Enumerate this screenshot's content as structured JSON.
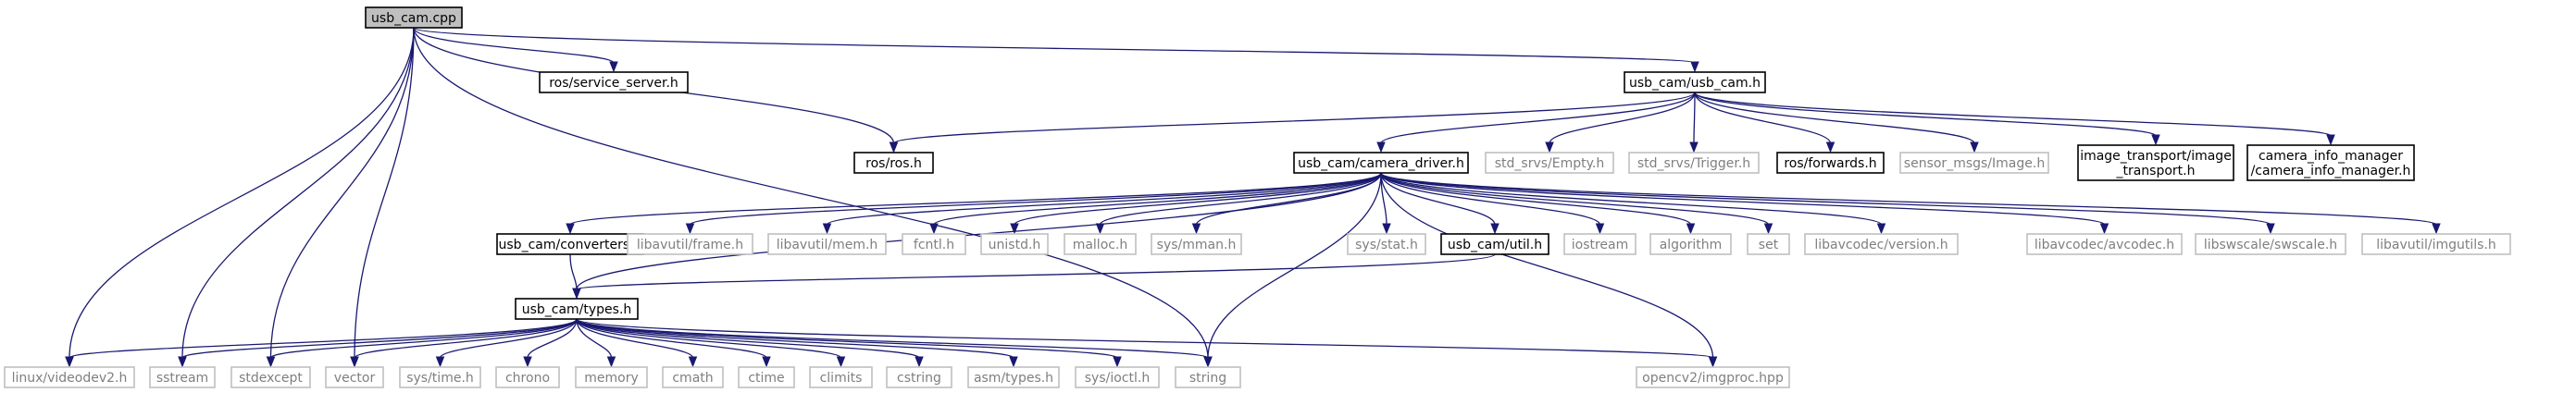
{
  "diagram": {
    "colors": {
      "edge": "#191970",
      "root_fill": "#bfbfbf",
      "local_border": "#000000",
      "external_border": "#bfbfbf",
      "external_text": "#7f7f7f"
    },
    "nodes": [
      {
        "id": "usb_cam_cpp",
        "label": [
          "usb_cam.cpp"
        ],
        "kind": "root"
      },
      {
        "id": "service_server",
        "label": [
          "ros/service_server.h"
        ],
        "kind": "local"
      },
      {
        "id": "usb_cam_h",
        "label": [
          "usb_cam/usb_cam.h"
        ],
        "kind": "local"
      },
      {
        "id": "ros_h",
        "label": [
          "ros/ros.h"
        ],
        "kind": "local"
      },
      {
        "id": "camera_driver",
        "label": [
          "usb_cam/camera_driver.h"
        ],
        "kind": "local"
      },
      {
        "id": "std_empty",
        "label": [
          "std_srvs/Empty.h"
        ],
        "kind": "external"
      },
      {
        "id": "std_trigger",
        "label": [
          "std_srvs/Trigger.h"
        ],
        "kind": "external"
      },
      {
        "id": "ros_forwards",
        "label": [
          "ros/forwards.h"
        ],
        "kind": "local"
      },
      {
        "id": "sensor_image",
        "label": [
          "sensor_msgs/Image.h"
        ],
        "kind": "external"
      },
      {
        "id": "image_transport",
        "label": [
          "image_transport/image",
          "_transport.h"
        ],
        "kind": "local"
      },
      {
        "id": "camera_info",
        "label": [
          "camera_info_manager",
          "/camera_info_manager.h"
        ],
        "kind": "local"
      },
      {
        "id": "converters",
        "label": [
          "usb_cam/converters.h"
        ],
        "kind": "local"
      },
      {
        "id": "frame",
        "label": [
          "libavutil/frame.h"
        ],
        "kind": "external"
      },
      {
        "id": "mem",
        "label": [
          "libavutil/mem.h"
        ],
        "kind": "external"
      },
      {
        "id": "fcntl",
        "label": [
          "fcntl.h"
        ],
        "kind": "external"
      },
      {
        "id": "unistd",
        "label": [
          "unistd.h"
        ],
        "kind": "external"
      },
      {
        "id": "malloc",
        "label": [
          "malloc.h"
        ],
        "kind": "external"
      },
      {
        "id": "mman",
        "label": [
          "sys/mman.h"
        ],
        "kind": "external"
      },
      {
        "id": "stat",
        "label": [
          "sys/stat.h"
        ],
        "kind": "external"
      },
      {
        "id": "util",
        "label": [
          "usb_cam/util.h"
        ],
        "kind": "local"
      },
      {
        "id": "iostream",
        "label": [
          "iostream"
        ],
        "kind": "external"
      },
      {
        "id": "algorithm",
        "label": [
          "algorithm"
        ],
        "kind": "external"
      },
      {
        "id": "set",
        "label": [
          "set"
        ],
        "kind": "external"
      },
      {
        "id": "version",
        "label": [
          "libavcodec/version.h"
        ],
        "kind": "external"
      },
      {
        "id": "avcodec",
        "label": [
          "libavcodec/avcodec.h"
        ],
        "kind": "external"
      },
      {
        "id": "swscale",
        "label": [
          "libswscale/swscale.h"
        ],
        "kind": "external"
      },
      {
        "id": "imgutils",
        "label": [
          "libavutil/imgutils.h"
        ],
        "kind": "external"
      },
      {
        "id": "types",
        "label": [
          "usb_cam/types.h"
        ],
        "kind": "local"
      },
      {
        "id": "videodev2",
        "label": [
          "linux/videodev2.h"
        ],
        "kind": "external"
      },
      {
        "id": "sstream",
        "label": [
          "sstream"
        ],
        "kind": "external"
      },
      {
        "id": "stdexcept",
        "label": [
          "stdexcept"
        ],
        "kind": "external"
      },
      {
        "id": "vector",
        "label": [
          "vector"
        ],
        "kind": "external"
      },
      {
        "id": "time",
        "label": [
          "sys/time.h"
        ],
        "kind": "external"
      },
      {
        "id": "chrono",
        "label": [
          "chrono"
        ],
        "kind": "external"
      },
      {
        "id": "memory",
        "label": [
          "memory"
        ],
        "kind": "external"
      },
      {
        "id": "cmath",
        "label": [
          "cmath"
        ],
        "kind": "external"
      },
      {
        "id": "ctime",
        "label": [
          "ctime"
        ],
        "kind": "external"
      },
      {
        "id": "climits",
        "label": [
          "climits"
        ],
        "kind": "external"
      },
      {
        "id": "cstring",
        "label": [
          "cstring"
        ],
        "kind": "external"
      },
      {
        "id": "asm_types",
        "label": [
          "asm/types.h"
        ],
        "kind": "external"
      },
      {
        "id": "ioctl",
        "label": [
          "sys/ioctl.h"
        ],
        "kind": "external"
      },
      {
        "id": "string",
        "label": [
          "string"
        ],
        "kind": "external"
      },
      {
        "id": "imgproc",
        "label": [
          "opencv2/imgproc.hpp"
        ],
        "kind": "external"
      }
    ],
    "edges": [
      [
        "usb_cam_cpp",
        "service_server"
      ],
      [
        "usb_cam_cpp",
        "usb_cam_h"
      ],
      [
        "usb_cam_cpp",
        "ros_h"
      ],
      [
        "usb_cam_cpp",
        "videodev2"
      ],
      [
        "usb_cam_cpp",
        "sstream"
      ],
      [
        "usb_cam_cpp",
        "stdexcept"
      ],
      [
        "usb_cam_cpp",
        "vector"
      ],
      [
        "usb_cam_cpp",
        "string"
      ],
      [
        "usb_cam_h",
        "ros_h"
      ],
      [
        "usb_cam_h",
        "camera_driver"
      ],
      [
        "usb_cam_h",
        "std_empty"
      ],
      [
        "usb_cam_h",
        "std_trigger"
      ],
      [
        "usb_cam_h",
        "ros_forwards"
      ],
      [
        "usb_cam_h",
        "sensor_image"
      ],
      [
        "usb_cam_h",
        "image_transport"
      ],
      [
        "usb_cam_h",
        "camera_info"
      ],
      [
        "camera_driver",
        "types"
      ],
      [
        "camera_driver",
        "converters"
      ],
      [
        "camera_driver",
        "frame"
      ],
      [
        "camera_driver",
        "mem"
      ],
      [
        "camera_driver",
        "fcntl"
      ],
      [
        "camera_driver",
        "unistd"
      ],
      [
        "camera_driver",
        "malloc"
      ],
      [
        "camera_driver",
        "mman"
      ],
      [
        "camera_driver",
        "stat"
      ],
      [
        "camera_driver",
        "util"
      ],
      [
        "camera_driver",
        "iostream"
      ],
      [
        "camera_driver",
        "algorithm"
      ],
      [
        "camera_driver",
        "set"
      ],
      [
        "camera_driver",
        "version"
      ],
      [
        "camera_driver",
        "avcodec"
      ],
      [
        "camera_driver",
        "swscale"
      ],
      [
        "camera_driver",
        "imgutils"
      ],
      [
        "camera_driver",
        "string"
      ],
      [
        "camera_driver",
        "imgproc"
      ],
      [
        "converters",
        "types"
      ],
      [
        "util",
        "types"
      ],
      [
        "types",
        "videodev2"
      ],
      [
        "types",
        "sstream"
      ],
      [
        "types",
        "stdexcept"
      ],
      [
        "types",
        "vector"
      ],
      [
        "types",
        "time"
      ],
      [
        "types",
        "chrono"
      ],
      [
        "types",
        "memory"
      ],
      [
        "types",
        "cmath"
      ],
      [
        "types",
        "ctime"
      ],
      [
        "types",
        "climits"
      ],
      [
        "types",
        "cstring"
      ],
      [
        "types",
        "asm_types"
      ],
      [
        "types",
        "ioctl"
      ],
      [
        "types",
        "string"
      ],
      [
        "types",
        "imgproc"
      ]
    ]
  }
}
